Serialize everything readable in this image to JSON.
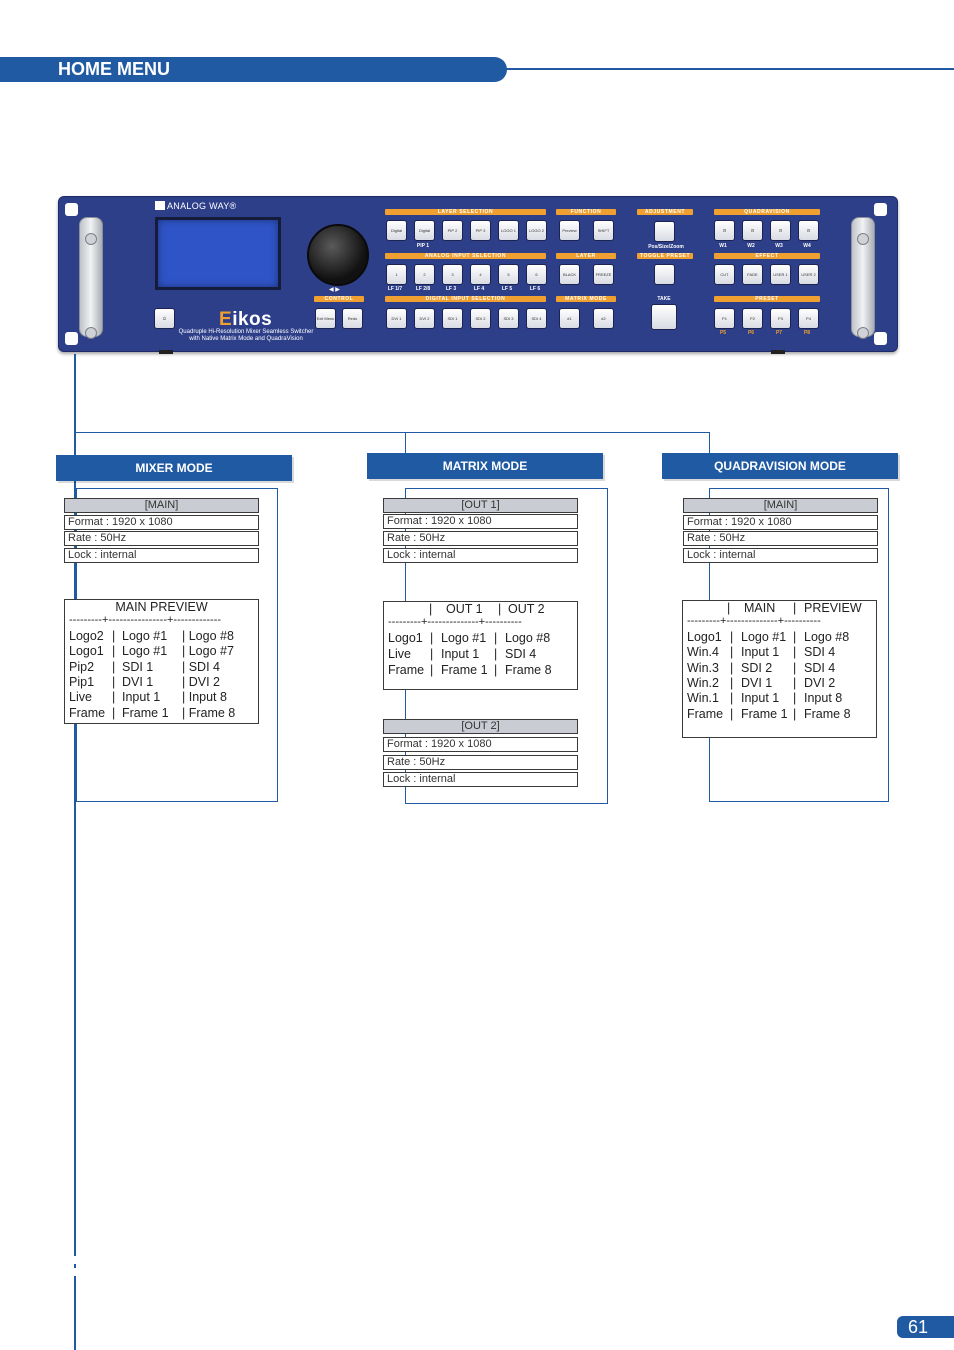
{
  "header": {
    "title": "HOME MENU"
  },
  "device": {
    "brand": "ANALOG WAY®",
    "logo_first": "E",
    "logo_rest": "ikos",
    "tagline1": "Quadruple Hi-Resolution Mixer Seamless Switcher",
    "tagline2": "with Native Matrix Mode and QuadraVision",
    "groups": {
      "layer_selection": "LAYER SELECTION",
      "function": "FUNCTION",
      "adjustment": "ADJUSTMENT",
      "quadravision": "QUADRAVISION",
      "analog_input": "ANALOG INPUT SELECTION",
      "layer": "LAYER",
      "toggle_preset": "TOGGLE PRESET",
      "effect": "EFFECT",
      "control": "CONTROL",
      "digital_input": "DIGITAL INPUT SELECTION",
      "matrix_mode": "MATRIX MODE",
      "take": "TAKE",
      "preset": "PRESET"
    },
    "layer_buttons": [
      "Digital Frame",
      "Digital Live",
      "PIP 2",
      "PIP 3",
      "LOGO 1",
      "LOGO 2"
    ],
    "layer_labels": [
      "",
      "PIP 1",
      "",
      "",
      "",
      ""
    ],
    "function_buttons": [
      "Preview",
      "SHIFT"
    ],
    "adjustment_label": "Pos/Size/Zoom",
    "quadra_labels": [
      "W1",
      "W2",
      "W3",
      "W4"
    ],
    "analog_buttons": [
      "1",
      "2",
      "3",
      "4",
      "5",
      "6"
    ],
    "analog_labels": [
      "LF 1/7",
      "LF 2/8",
      "LF 3",
      "LF 4",
      "LF 5",
      "LF 6"
    ],
    "layer_btns": [
      "BLACK",
      "FREEZE"
    ],
    "effect_buttons": [
      "CUT",
      "FADE",
      "USER 1",
      "USER 2"
    ],
    "control_buttons": [
      "Exit Menu",
      "Redo"
    ],
    "digital_buttons": [
      "DVI 1",
      "DVI 2",
      "SDI 1",
      "SDI 2",
      "SDI 3",
      "SDI 4"
    ],
    "matrix_buttons": [
      "#1",
      "#2"
    ],
    "preset_buttons": [
      "P1",
      "P2",
      "P3",
      "P4"
    ],
    "preset_labels": [
      "P5",
      "P6",
      "P7",
      "P8"
    ]
  },
  "modes": {
    "mixer": {
      "title": "MIXER MODE",
      "main": [
        "[MAIN]",
        "Format : 1920 x 1080",
        "Rate : 50Hz",
        "Lock : internal"
      ],
      "preview_title": "MAIN PREVIEW",
      "separator": "---------+----------------+-------------",
      "rows": [
        [
          "Logo2",
          "|",
          "Logo #1",
          "| Logo #8"
        ],
        [
          "Logo1",
          "|",
          "Logo #1",
          "| Logo #7"
        ],
        [
          "Pip2",
          "|",
          "SDI 1",
          "| SDI 4"
        ],
        [
          "Pip1",
          "|",
          "DVI 1",
          "| DVI 2"
        ],
        [
          "Live",
          "|",
          "Input 1",
          "| Input 8"
        ],
        [
          "Frame",
          "|",
          "Frame 1",
          "| Frame 8"
        ]
      ]
    },
    "matrix": {
      "title": "MATRIX MODE",
      "out1": [
        "[OUT 1]",
        "Format : 1920 x 1080",
        "Rate : 50Hz",
        "Lock : internal"
      ],
      "head": [
        "|",
        "OUT 1",
        "|",
        "OUT 2"
      ],
      "separator": "---------+--------------+----------",
      "rows": [
        [
          "Logo1",
          "|",
          "Logo #1",
          "|",
          "Logo #8"
        ],
        [
          "Live",
          "|",
          "Input 1",
          "|",
          "SDI 4"
        ],
        [
          "Frame",
          "|",
          "Frame 1",
          "|",
          "Frame 8"
        ]
      ],
      "out2": [
        "[OUT 2]",
        "Format : 1920 x 1080",
        "Rate : 50Hz",
        "Lock : internal"
      ]
    },
    "quadra": {
      "title": "QUADRAVISION MODE",
      "main": [
        "[MAIN]",
        "Format : 1920 x 1080",
        "Rate : 50Hz",
        "Lock : internal"
      ],
      "head": [
        "|",
        "MAIN",
        "|",
        "PREVIEW"
      ],
      "separator": "---------+--------------+----------",
      "rows": [
        [
          "Logo1",
          "|",
          "Logo #1",
          "|",
          "Logo #8"
        ],
        [
          "Win.4",
          "|",
          "Input 1",
          "|",
          "SDI 4"
        ],
        [
          "Win.3",
          "|",
          "SDI 2",
          "|",
          "SDI 4"
        ],
        [
          "Win.2",
          "|",
          "DVI 1",
          "|",
          "DVI 2"
        ],
        [
          "Win.1",
          "|",
          "Input 1",
          "|",
          "Input 8"
        ],
        [
          "Frame",
          "|",
          "Frame 1",
          "|",
          "Frame 8"
        ]
      ]
    }
  },
  "page_number": "61"
}
